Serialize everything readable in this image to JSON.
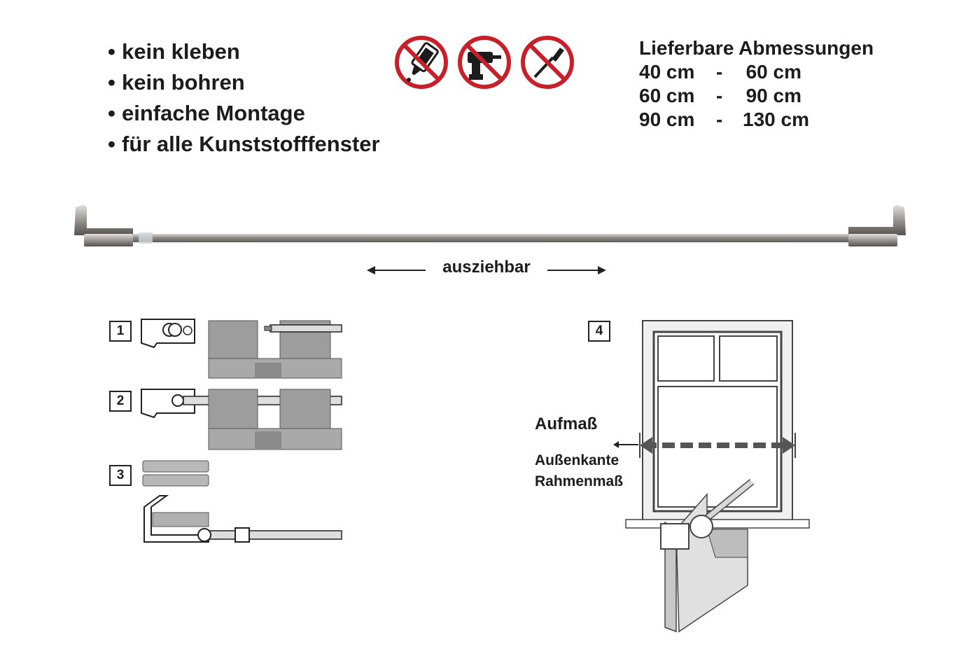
{
  "features": [
    {
      "bullet": "•",
      "text": "kein kleben"
    },
    {
      "bullet": "•",
      "text": "kein bohren"
    },
    {
      "bullet": "•",
      "text": "einfache Montage"
    },
    {
      "bullet": "•",
      "text": "für alle Kunststofffenster"
    }
  ],
  "sizes": {
    "title": "Lieferbare Abmessungen",
    "rows": [
      {
        "from": "40 cm",
        "sep": "-",
        "to": "60 cm"
      },
      {
        "from": "60 cm",
        "sep": "-",
        "to": "90 cm"
      },
      {
        "from": "90 cm",
        "sep": "-",
        "to": "130 cm"
      }
    ]
  },
  "icons": [
    "no-glue-icon",
    "no-drill-icon",
    "no-screwdriver-icon"
  ],
  "colors": {
    "prohibition_red": "#c8202a",
    "rod_metal": "#8e8a86",
    "text": "#1c1c1c"
  },
  "rod": {
    "label": "ausziehbar"
  },
  "steps": {
    "step1": "1",
    "step2": "2",
    "step3": "3",
    "step4": "4"
  },
  "window": {
    "measure_label": "Aufmaß",
    "outer_edge_label": "Außenkante",
    "frame_label": "Rahmenmaß"
  }
}
